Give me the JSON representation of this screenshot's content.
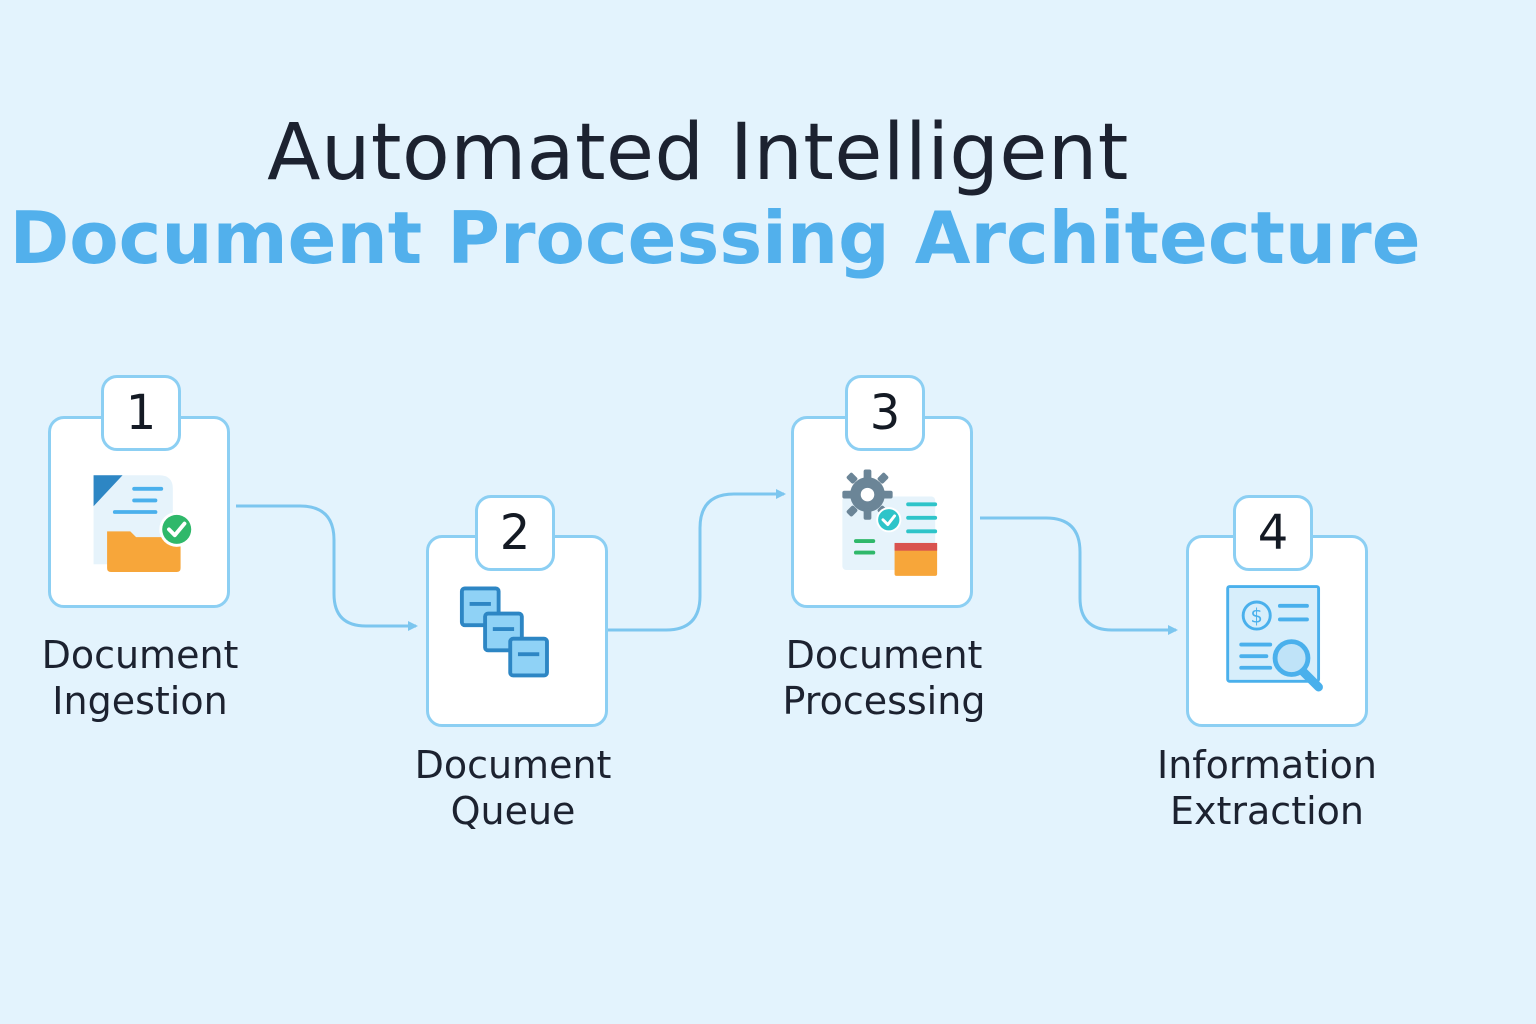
{
  "title": {
    "line1": "Automated Intelligent",
    "line2": "Document Processing Architecture"
  },
  "steps": [
    {
      "number": "1",
      "label_line1": "Document",
      "label_line2": "Ingestion",
      "icon": "document-folder-check-icon"
    },
    {
      "number": "2",
      "label_line1": "Document",
      "label_line2": "Queue",
      "icon": "stacked-documents-icon"
    },
    {
      "number": "3",
      "label_line1": "Document",
      "label_line2": "Processing",
      "icon": "gear-document-icon"
    },
    {
      "number": "4",
      "label_line1": "Information",
      "label_line2": "Extraction",
      "icon": "invoice-magnifier-icon"
    }
  ],
  "colors": {
    "background": "#e3f3fd",
    "accent": "#52b0ec",
    "card_border": "#8ccff3",
    "connector": "#7cc6ef",
    "title_dark": "#1c2230"
  }
}
